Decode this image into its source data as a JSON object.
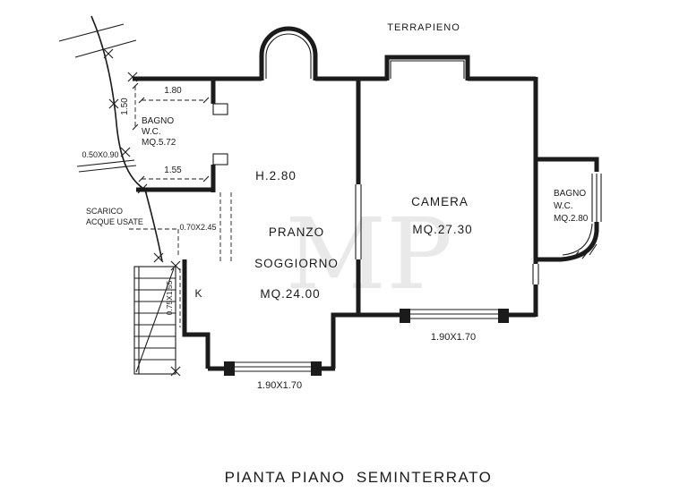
{
  "title": "PIANTA PIANO  SEMINTERRATO",
  "watermark_text": "MP",
  "colors": {
    "line": "#1b1b1b",
    "watermark": "#dcdcdc",
    "background": "#ffffff"
  },
  "site": {
    "terrapieno": "TERRAPIENO",
    "scarico_line1": "SCARICO",
    "scarico_line2": "ACQUE USATE"
  },
  "rooms": {
    "bath1": {
      "line1": "BAGNO",
      "line2": "W.C.",
      "line3": "MQ.5.72"
    },
    "living": {
      "height": "H.2.80",
      "name1": "PRANZO",
      "name2": "SOGGIORNO",
      "area": "MQ.24.00"
    },
    "bedroom": {
      "name": "CAMERA",
      "area": "MQ.27.30"
    },
    "bath2": {
      "line1": "BAGNO",
      "line2": "W.C.",
      "line3": "MQ.2.80"
    },
    "kitchen": {
      "name": "K"
    }
  },
  "dimensions": {
    "bath1_width": "1.80",
    "bath1_depth": "1.50",
    "bath1_door": "1.55",
    "small_window": "0.50X0.90",
    "passage": "0.70X2.45",
    "stair_opening": "0.75X1.55",
    "bedroom_window": "1.90X1.70",
    "living_window": "1.90X1.70"
  }
}
